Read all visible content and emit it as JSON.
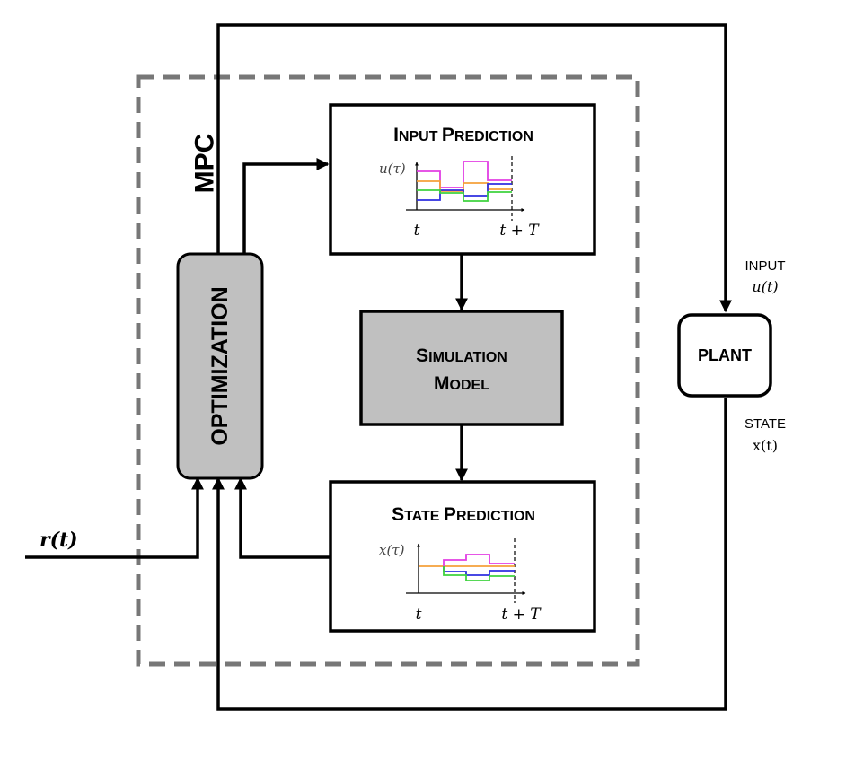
{
  "mpc_label": "MPC",
  "optimization_label": "OPTIMIZATION",
  "input_prediction": {
    "title_cap1": "I",
    "title_rest1": "NPUT ",
    "title_cap2": "P",
    "title_rest2": "REDICTION",
    "y_label": "u(τ)",
    "t_start": "t",
    "t_end": "t + T"
  },
  "simulation_model": {
    "line1_cap": "S",
    "line1_rest": "IMULATION",
    "line2_cap": "M",
    "line2_rest": "ODEL"
  },
  "state_prediction": {
    "title_cap1": "S",
    "title_rest1": "TATE ",
    "title_cap2": "P",
    "title_rest2": "REDICTION",
    "y_label": "x(τ)",
    "t_start": "t",
    "t_end": "t + T"
  },
  "plant_label": "PLANT",
  "input_signal": {
    "name": "INPUT",
    "symbol": "u(t)"
  },
  "state_signal": {
    "name": "STATE",
    "symbol": "x(t)"
  },
  "reference_label": "r(t)",
  "colors": {
    "magenta": "#e23ee3",
    "orange": "#f5a03a",
    "blue": "#2f2fe0",
    "green": "#3fd23f",
    "gray_fill": "#c0c0c0",
    "dashed_border": "#777777"
  }
}
